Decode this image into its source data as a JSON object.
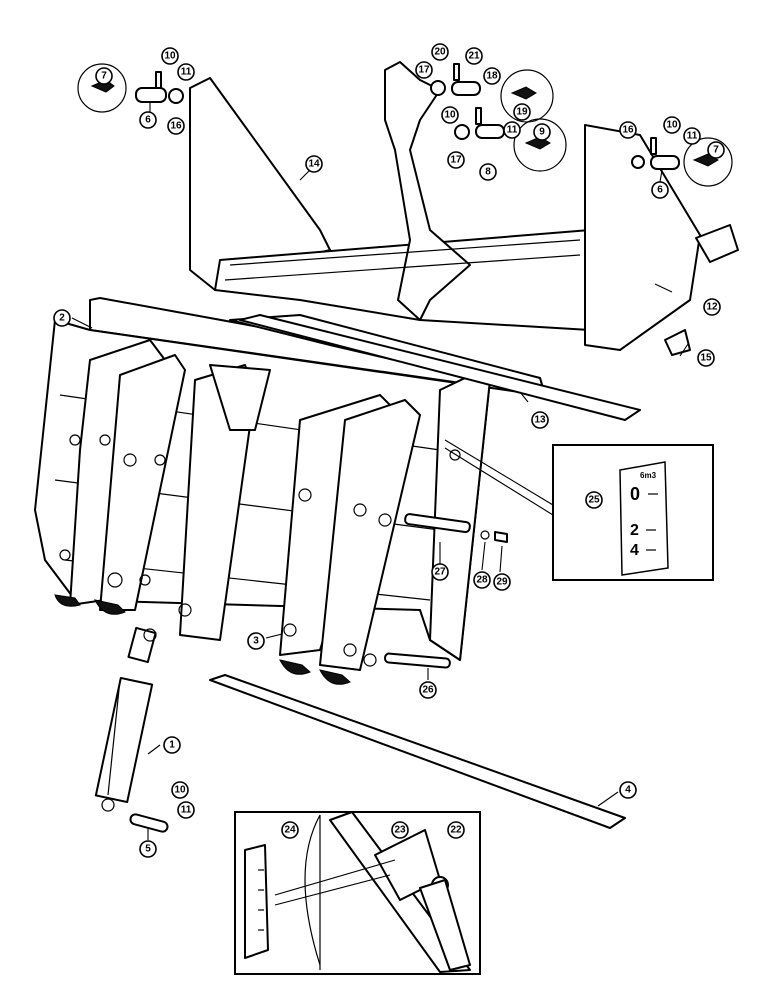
{
  "callouts": [
    {
      "label": "1"
    },
    {
      "label": "2"
    },
    {
      "label": "3"
    },
    {
      "label": "4"
    },
    {
      "label": "5"
    },
    {
      "label": "6"
    },
    {
      "label": "6"
    },
    {
      "label": "7"
    },
    {
      "label": "7"
    },
    {
      "label": "8"
    },
    {
      "label": "9"
    },
    {
      "label": "10"
    },
    {
      "label": "10"
    },
    {
      "label": "10"
    },
    {
      "label": "10"
    },
    {
      "label": "11"
    },
    {
      "label": "11"
    },
    {
      "label": "11"
    },
    {
      "label": "11"
    },
    {
      "label": "12"
    },
    {
      "label": "13"
    },
    {
      "label": "14"
    },
    {
      "label": "15"
    },
    {
      "label": "16"
    },
    {
      "label": "16"
    },
    {
      "label": "17"
    },
    {
      "label": "17"
    },
    {
      "label": "18"
    },
    {
      "label": "19"
    },
    {
      "label": "20"
    },
    {
      "label": "21"
    },
    {
      "label": "22"
    },
    {
      "label": "23"
    },
    {
      "label": "24"
    },
    {
      "label": "25"
    },
    {
      "label": "26"
    },
    {
      "label": "27"
    },
    {
      "label": "28"
    },
    {
      "label": "29"
    }
  ],
  "decal": {
    "unit": "6m3",
    "marks": [
      "0",
      "2",
      "4"
    ]
  }
}
